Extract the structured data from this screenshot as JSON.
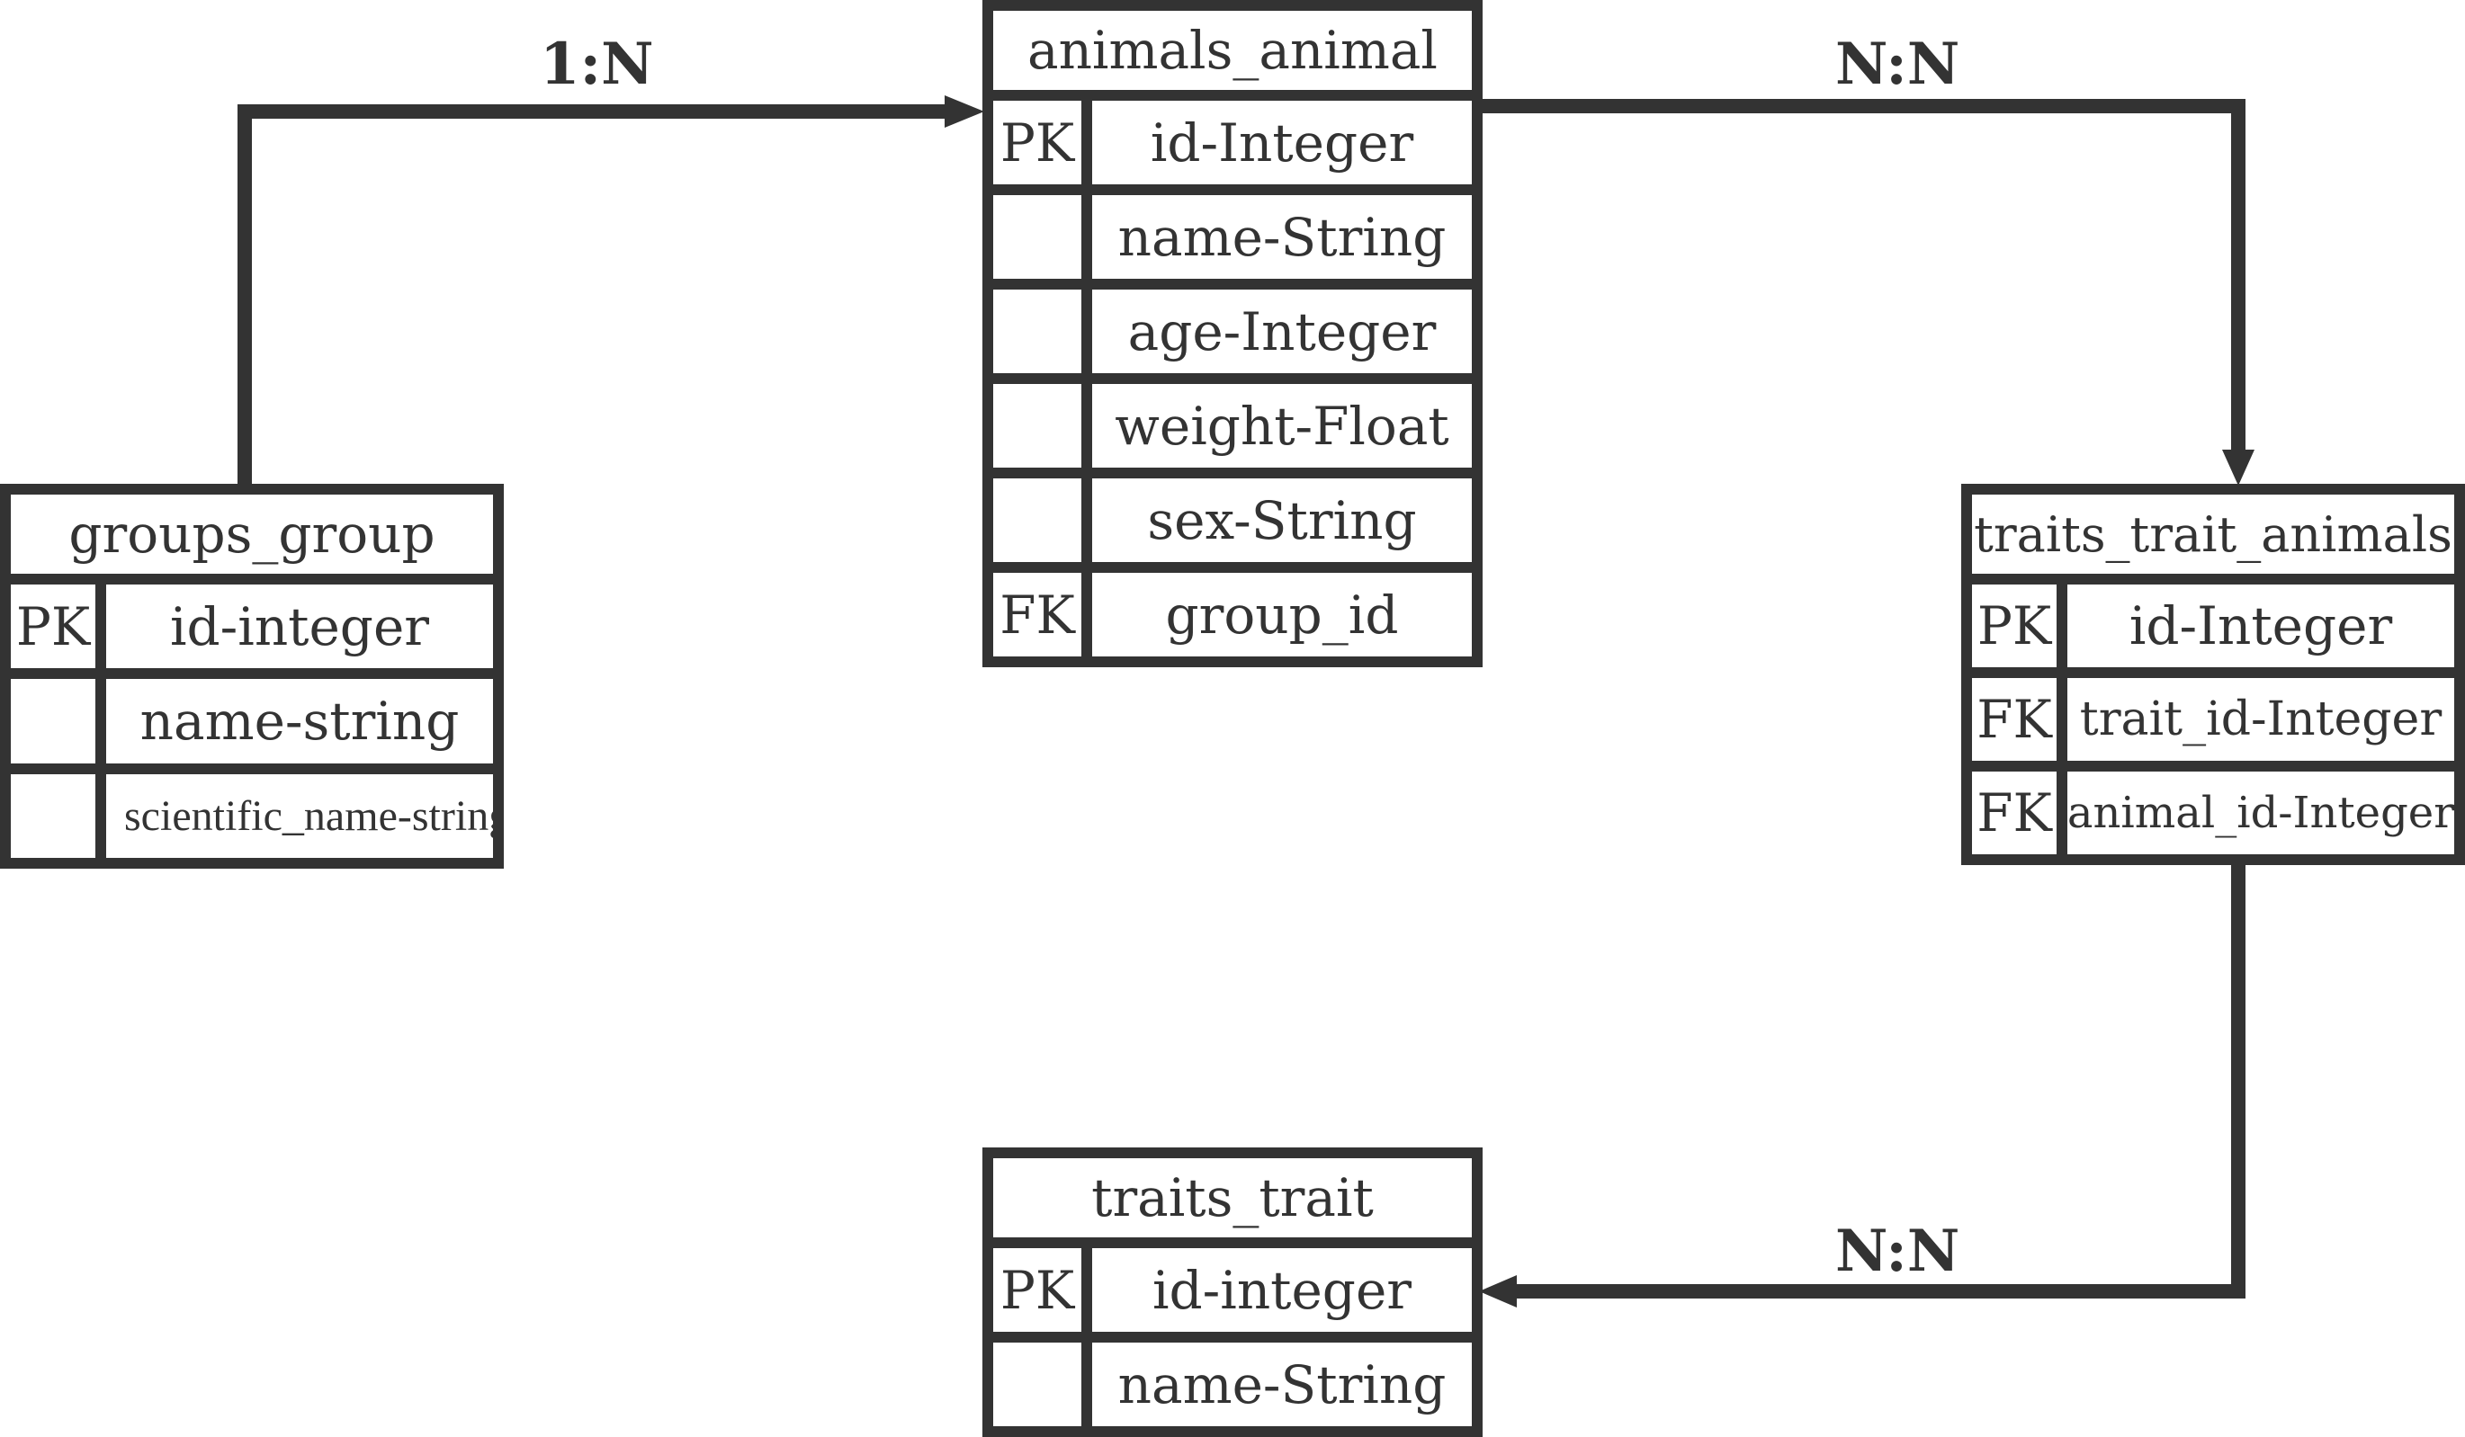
{
  "diagram": {
    "relations": [
      {
        "label": "1:N"
      },
      {
        "label": "N:N"
      },
      {
        "label": "N:N"
      }
    ],
    "entities": {
      "animals_animal": {
        "title": "animals_animal",
        "rows": [
          {
            "key": "PK",
            "field": "id-Integer"
          },
          {
            "key": "",
            "field": "name-String"
          },
          {
            "key": "",
            "field": "age-Integer"
          },
          {
            "key": "",
            "field": "weight-Float"
          },
          {
            "key": "",
            "field": "sex-String"
          },
          {
            "key": "FK",
            "field": "group_id"
          }
        ]
      },
      "groups_group": {
        "title": "groups_group",
        "rows": [
          {
            "key": "PK",
            "field": "id-integer"
          },
          {
            "key": "",
            "field": "name-string"
          },
          {
            "key": "",
            "field": "scientific_name-string"
          }
        ]
      },
      "traits_trait_animals": {
        "title": "traits_trait_animals",
        "rows": [
          {
            "key": "PK",
            "field": "id-Integer"
          },
          {
            "key": "FK",
            "field": "trait_id-Integer"
          },
          {
            "key": "FK",
            "field": "animal_id-Integer"
          }
        ]
      },
      "traits_trait": {
        "title": "traits_trait",
        "rows": [
          {
            "key": "PK",
            "field": "id-integer"
          },
          {
            "key": "",
            "field": "name-String"
          }
        ]
      }
    },
    "colors": {
      "line": "#333333",
      "background": "#ffffff"
    }
  }
}
